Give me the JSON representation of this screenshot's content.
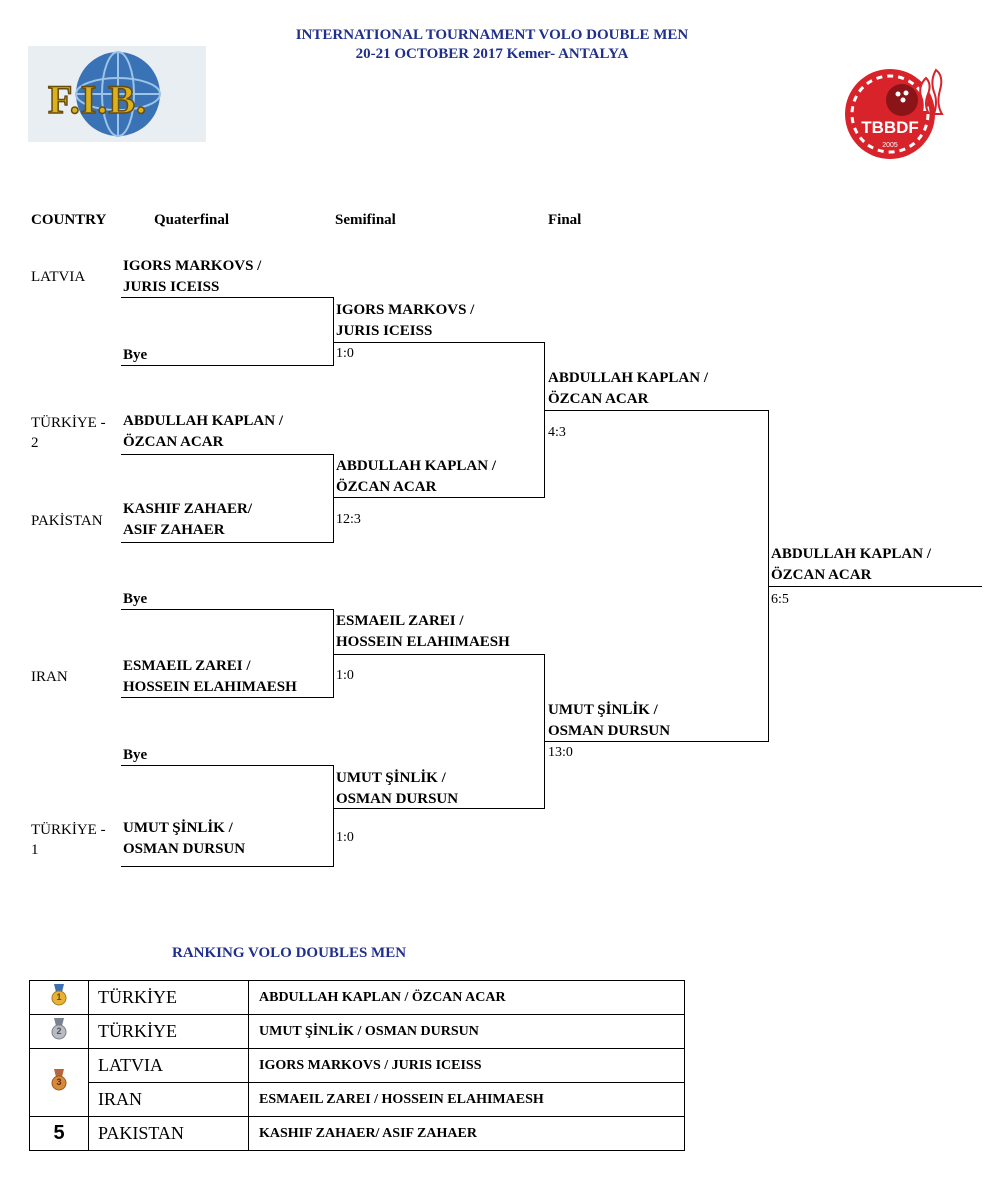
{
  "header": {
    "title_line1": "INTERNATIONAL TOURNAMENT VOLO DOUBLE MEN",
    "title_line2": "20-21 OCTOBER 2017 Kemer- ANTALYA",
    "logo_left_text": "F.I.B.",
    "logo_right_text": "TBBDF",
    "logo_right_year": "2005"
  },
  "columns": {
    "country": "COUNTRY",
    "quarterfinal": "Quaterfinal",
    "semifinal": "Semifinal",
    "final": "Final"
  },
  "countries": {
    "c1": "LATVIA",
    "c2_line1": "TÜRKİYE -",
    "c2_line2": "2",
    "c3": "PAKİSTAN",
    "c4": "IRAN",
    "c5_line1": "TÜRKİYE -",
    "c5_line2": "1"
  },
  "quarterfinal": {
    "t1_line1": "IGORS MARKOVS /",
    "t1_line2": "JURIS ICEISS",
    "t2": "Bye",
    "t3_line1": "ABDULLAH KAPLAN /",
    "t3_line2": "ÖZCAN ACAR",
    "t4_line1": "KASHIF ZAHAER/",
    "t4_line2": "ASIF ZAHAER",
    "t5": "Bye",
    "t6_line1": "ESMAEIL ZAREI /",
    "t6_line2": "HOSSEIN ELAHIMAESH",
    "t7": "Bye",
    "t8_line1": "UMUT ŞİNLİK /",
    "t8_line2": "OSMAN DURSUN"
  },
  "semifinal": {
    "w1_line1": "IGORS MARKOVS /",
    "w1_line2": "JURIS ICEISS",
    "s1": "1:0",
    "w2_line1": "ABDULLAH KAPLAN /",
    "w2_line2": "ÖZCAN ACAR",
    "s2": "12:3",
    "w3_line1": "ESMAEIL ZAREI /",
    "w3_line2": "HOSSEIN ELAHIMAESH",
    "s3": "1:0",
    "w4_line1": "UMUT ŞİNLİK /",
    "w4_line2": "OSMAN DURSUN",
    "s4": "1:0"
  },
  "final": {
    "f1_line1": "ABDULLAH KAPLAN /",
    "f1_line2": "ÖZCAN ACAR",
    "s1": "4:3",
    "f2_line1": "UMUT ŞİNLİK /",
    "f2_line2": "OSMAN DURSUN",
    "s2": "13:0"
  },
  "champion": {
    "line1": "ABDULLAH KAPLAN /",
    "line2": "ÖZCAN ACAR",
    "score": "6:5"
  },
  "ranking": {
    "title": "RANKING VOLO DOUBLES MEN",
    "medal_colors": {
      "gold": "#e8b23a",
      "silver": "#b8bcc4",
      "bronze": "#d88a3c"
    },
    "medal1": "1",
    "medal2": "2",
    "medal3": "3",
    "place5": "5",
    "rows": [
      {
        "country": "TÜRKİYE",
        "team": "ABDULLAH KAPLAN / ÖZCAN ACAR"
      },
      {
        "country": "TÜRKİYE",
        "team": "UMUT ŞİNLİK / OSMAN DURSUN"
      },
      {
        "country": "LATVIA",
        "team": "IGORS MARKOVS / JURIS ICEISS"
      },
      {
        "country": "IRAN",
        "team": "ESMAEIL ZAREI / HOSSEIN ELAHIMAESH"
      },
      {
        "country": "PAKISTAN",
        "team": "KASHIF ZAHAER/ ASIF ZAHAER"
      }
    ]
  }
}
